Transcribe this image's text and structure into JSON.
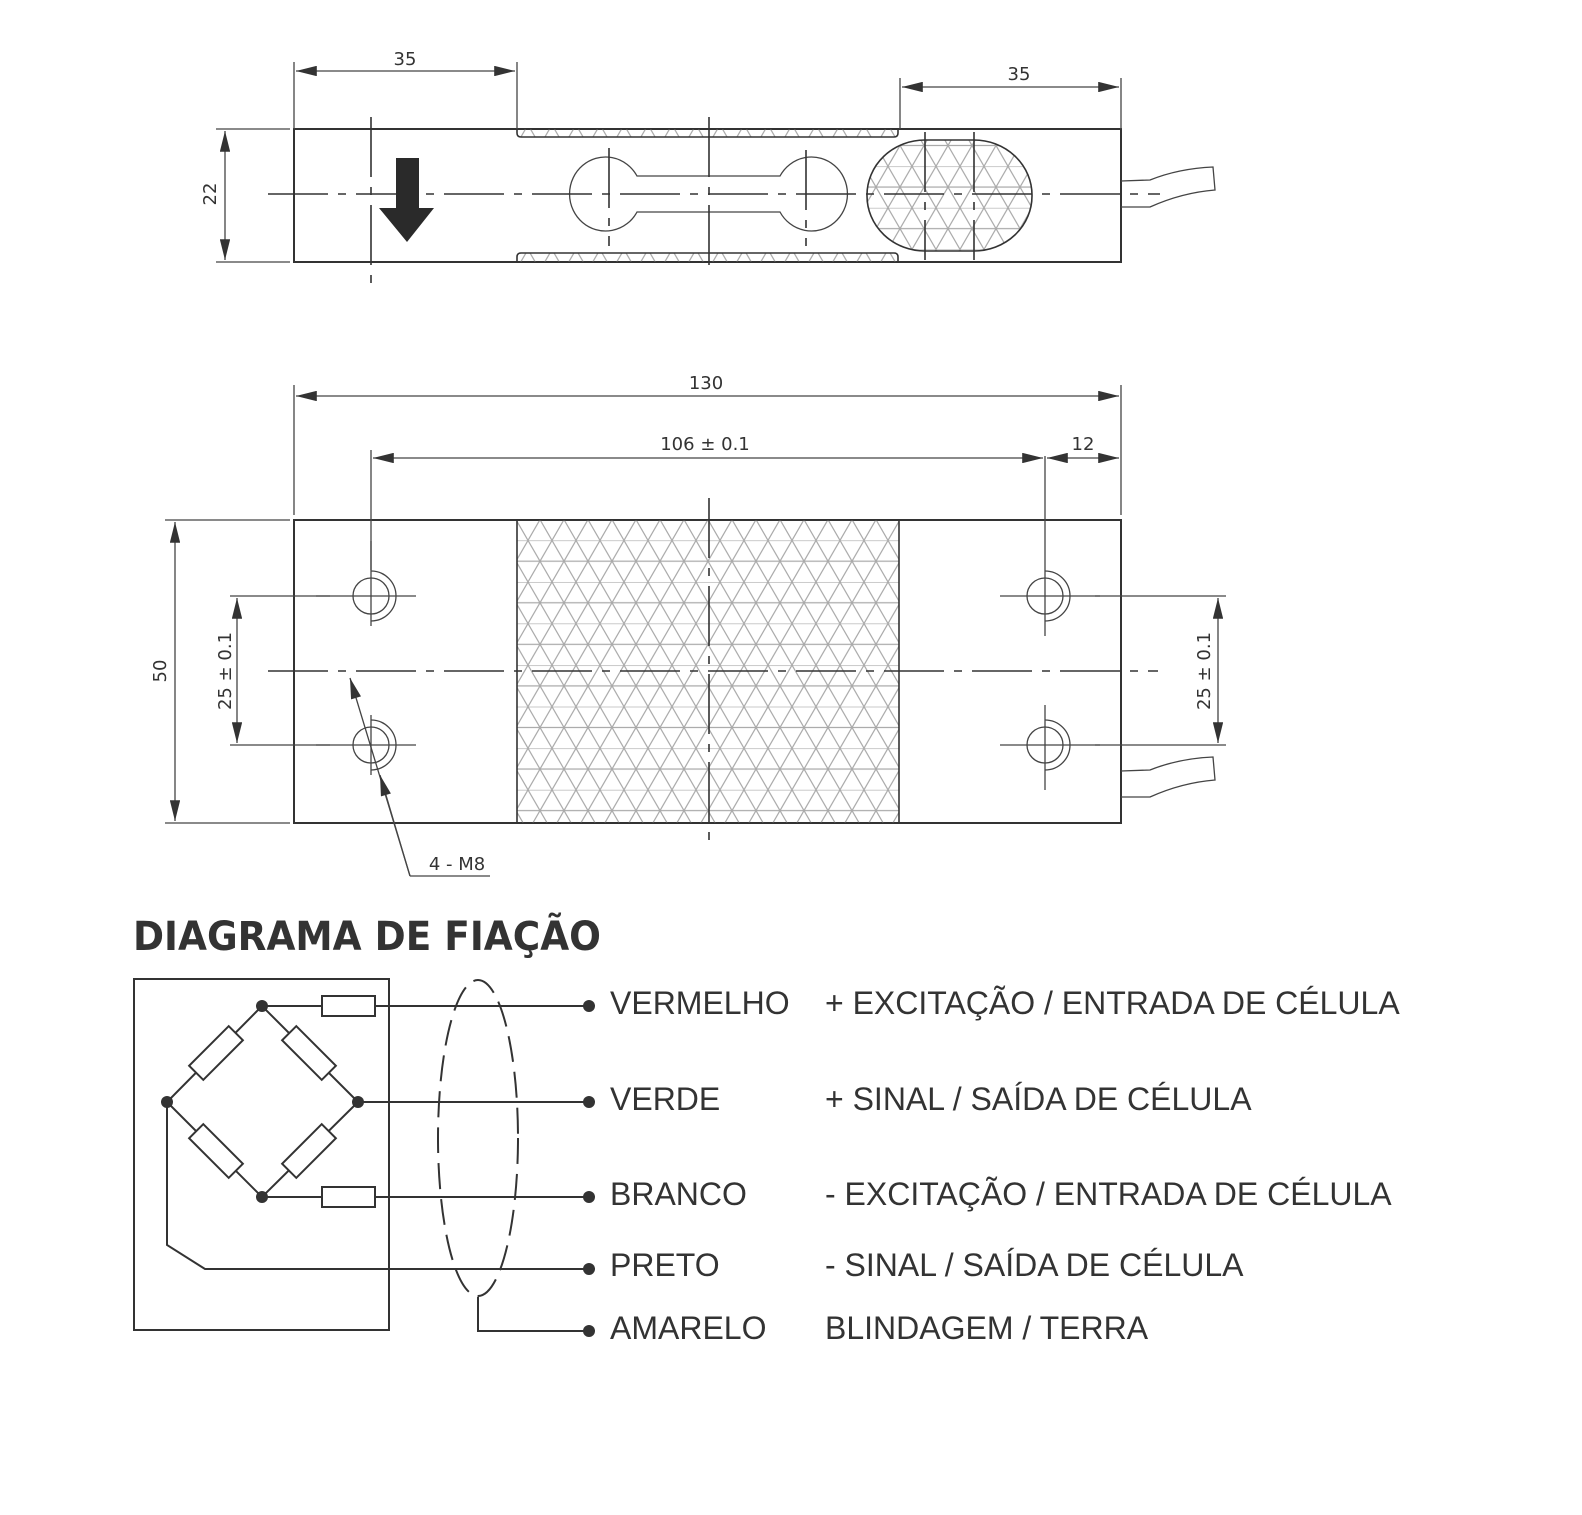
{
  "top_view": {
    "dim_left": "35",
    "dim_right": "35",
    "dim_height": "22"
  },
  "bottom_view": {
    "dim_total": "130",
    "dim_holes": "106 ± 0.1",
    "dim_end": "12",
    "dim_height": "50",
    "dim_hole_spacing_left": "25 ± 0.1",
    "dim_hole_spacing_right": "25 ± 0.1",
    "hole_callout": "4 - M8"
  },
  "wiring": {
    "title": "DIAGRAMA DE FIAÇÃO",
    "wires": [
      {
        "color": "VERMELHO",
        "function": "+ EXCITAÇÃO / ENTRADA DE CÉLULA"
      },
      {
        "color": "VERDE",
        "function": "+ SINAL / SAÍDA DE CÉLULA"
      },
      {
        "color": "BRANCO",
        "function": "- EXCITAÇÃO / ENTRADA DE CÉLULA"
      },
      {
        "color": "PRETO",
        "function": "- SINAL / SAÍDA DE CÉLULA"
      },
      {
        "color": "AMARELO",
        "function": "BLINDAGEM / TERRA"
      }
    ]
  }
}
